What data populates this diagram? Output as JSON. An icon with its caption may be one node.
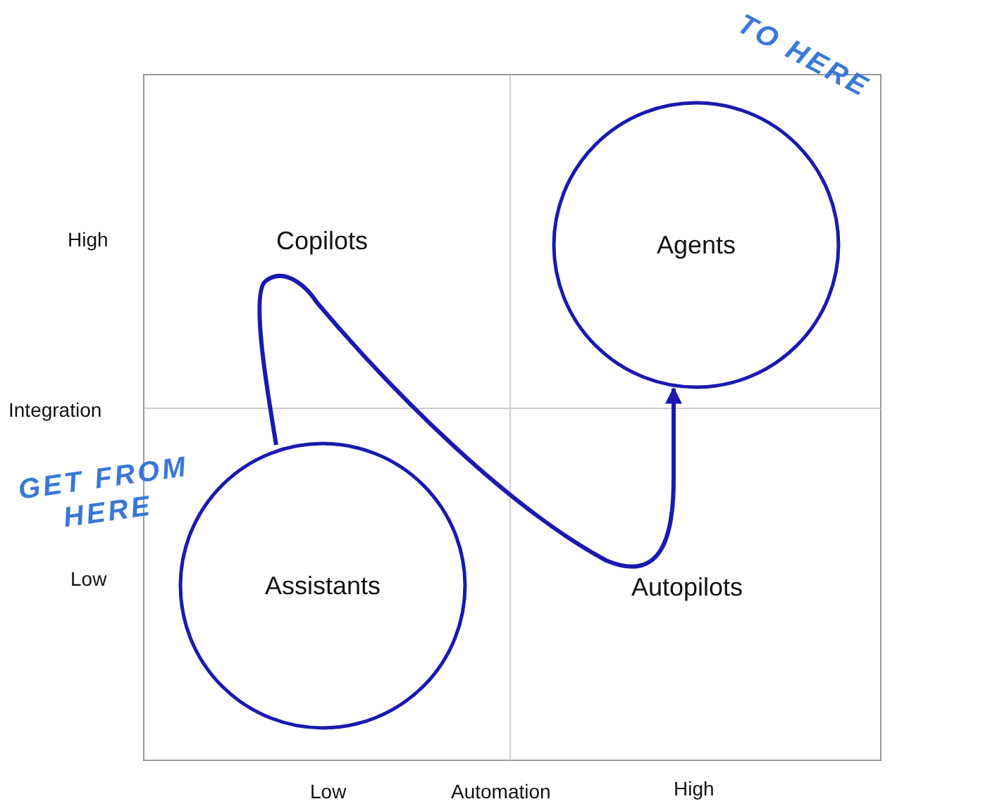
{
  "diagram": {
    "nodes": [
      {
        "text": [
          "Agents"
        ]
      },
      {
        "text": [
          "Assistants"
        ]
      }
    ],
    "edges": [
      {
        "from": 1,
        "to": 0,
        "arrow": "to"
      }
    ],
    "labels": [
      "TO HERE",
      "High",
      "Copilots",
      "Integration",
      "GET FROM HERE",
      "Low",
      "Autopilots",
      "Low",
      "Automation",
      "High"
    ]
  }
}
